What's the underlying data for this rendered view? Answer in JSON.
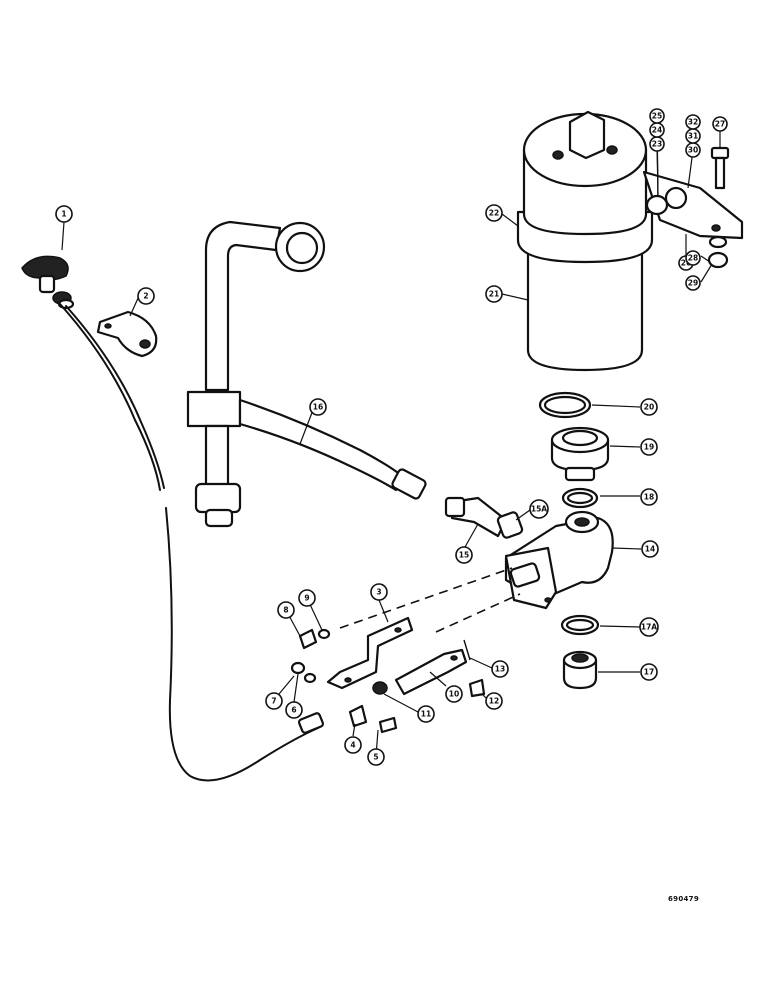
{
  "callouts": [
    {
      "id": "c1",
      "label": "1"
    },
    {
      "id": "c2",
      "label": "2"
    },
    {
      "id": "c3",
      "label": "3"
    },
    {
      "id": "c4",
      "label": "4"
    },
    {
      "id": "c5",
      "label": "5"
    },
    {
      "id": "c6",
      "label": "6"
    },
    {
      "id": "c7",
      "label": "7"
    },
    {
      "id": "c8",
      "label": "8"
    },
    {
      "id": "c9",
      "label": "9"
    },
    {
      "id": "c10",
      "label": "10"
    },
    {
      "id": "c11",
      "label": "11"
    },
    {
      "id": "c12",
      "label": "12"
    },
    {
      "id": "c13",
      "label": "13"
    },
    {
      "id": "c14",
      "label": "14"
    },
    {
      "id": "c15",
      "label": "15"
    },
    {
      "id": "c15a",
      "label": "15A"
    },
    {
      "id": "c16",
      "label": "16"
    },
    {
      "id": "c17",
      "label": "17"
    },
    {
      "id": "c17a",
      "label": "17A"
    },
    {
      "id": "c18",
      "label": "18"
    },
    {
      "id": "c19",
      "label": "19"
    },
    {
      "id": "c20",
      "label": "20"
    },
    {
      "id": "c21",
      "label": "21"
    },
    {
      "id": "c22",
      "label": "22"
    },
    {
      "id": "c23",
      "label": "23"
    },
    {
      "id": "c24",
      "label": "24"
    },
    {
      "id": "c25",
      "label": "25"
    },
    {
      "id": "c26",
      "label": "26"
    },
    {
      "id": "c27",
      "label": "27"
    },
    {
      "id": "c28",
      "label": "28"
    },
    {
      "id": "c29",
      "label": "29"
    },
    {
      "id": "c30",
      "label": "30"
    },
    {
      "id": "c31",
      "label": "31"
    },
    {
      "id": "c32",
      "label": "32"
    }
  ],
  "drawing_code": "690479"
}
